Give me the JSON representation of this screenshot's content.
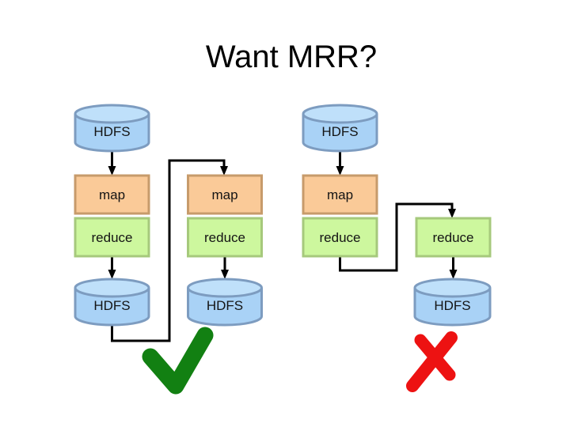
{
  "title": "Want MRR?",
  "diagram": {
    "columns": [
      {
        "name": "pipeline-1",
        "nodes": [
          {
            "type": "hdfs-store",
            "label": "HDFS"
          },
          {
            "type": "map-stage",
            "label": "map"
          },
          {
            "type": "reduce-stage",
            "label": "reduce"
          },
          {
            "type": "hdfs-store",
            "label": "HDFS"
          }
        ]
      },
      {
        "name": "pipeline-2",
        "nodes": [
          {
            "type": "map-stage",
            "label": "map"
          },
          {
            "type": "reduce-stage",
            "label": "reduce"
          },
          {
            "type": "hdfs-store",
            "label": "HDFS"
          }
        ]
      },
      {
        "name": "pipeline-3",
        "nodes": [
          {
            "type": "hdfs-store",
            "label": "HDFS"
          },
          {
            "type": "map-stage",
            "label": "map"
          },
          {
            "type": "reduce-stage",
            "label": "reduce"
          }
        ]
      },
      {
        "name": "pipeline-4",
        "nodes": [
          {
            "type": "reduce-stage",
            "label": "reduce"
          },
          {
            "type": "hdfs-store",
            "label": "HDFS"
          }
        ]
      }
    ],
    "marks": {
      "pass_icon": "check",
      "fail_icon": "cross"
    }
  },
  "colors": {
    "background": "#FFFFFF",
    "title_text": "#000000",
    "hdfs_fill": "#A9D2F6",
    "hdfs_top_fill": "#BFE0FA",
    "hdfs_border": "#7D9CC0",
    "map_fill": "#FACA98",
    "map_border": "#C79B6B",
    "reduce_fill": "#CDF79E",
    "reduce_border": "#A6C97C",
    "connector": "#000000",
    "check_green": "#128012",
    "cross_red": "#ED1212",
    "label_text": "#141414"
  }
}
